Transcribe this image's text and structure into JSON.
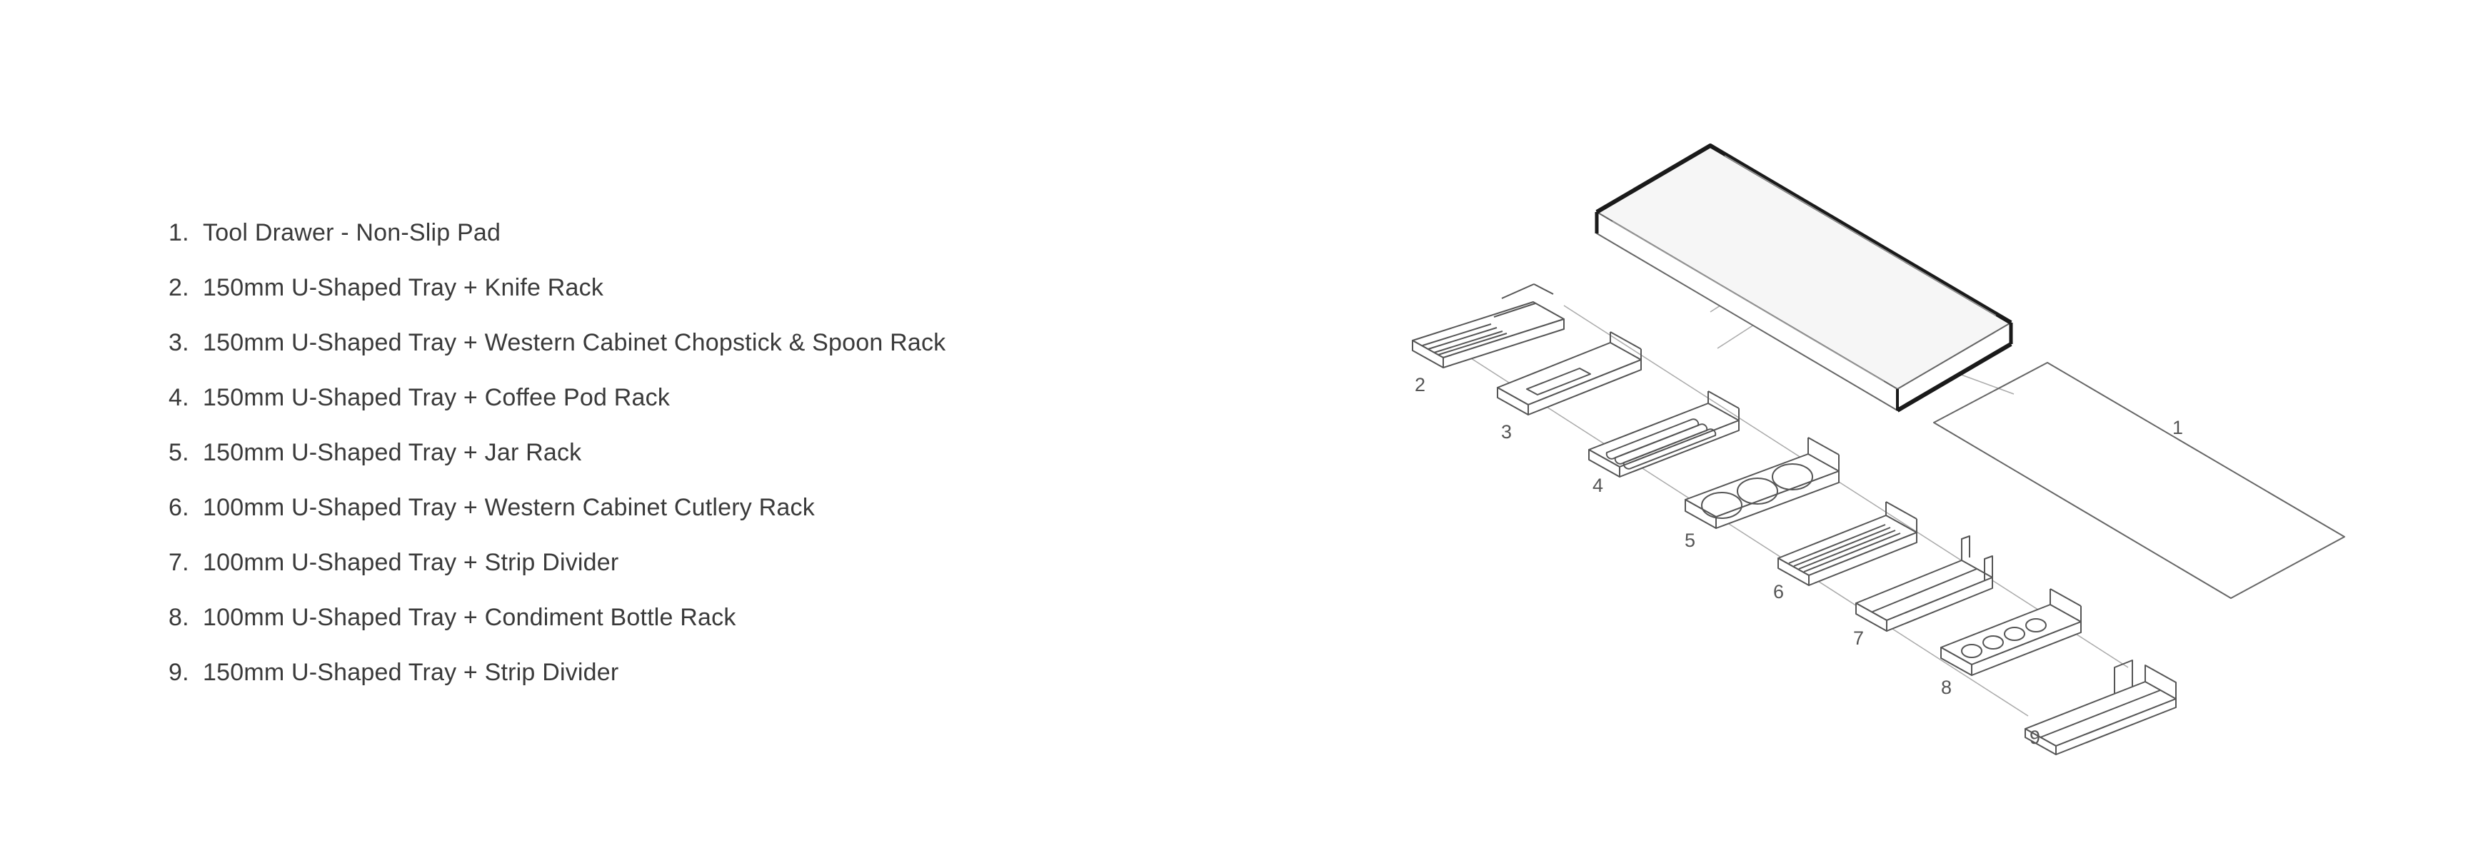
{
  "legend": {
    "items": [
      {
        "number": "1.",
        "text": "Tool Drawer - Non-Slip Pad"
      },
      {
        "number": "2.",
        "text": "150mm U-Shaped Tray + Knife Rack"
      },
      {
        "number": "3.",
        "text": "150mm U-Shaped Tray + Western Cabinet Chopstick & Spoon Rack"
      },
      {
        "number": "4.",
        "text": "150mm U-Shaped Tray + Coffee Pod Rack"
      },
      {
        "number": "5.",
        "text": "150mm U-Shaped Tray + Jar Rack"
      },
      {
        "number": "6.",
        "text": "100mm U-Shaped Tray + Western Cabinet Cutlery Rack"
      },
      {
        "number": "7.",
        "text": "100mm U-Shaped Tray + Strip Divider"
      },
      {
        "number": "8.",
        "text": "100mm U-Shaped Tray + Condiment Bottle Rack"
      },
      {
        "number": "9.",
        "text": "150mm U-Shaped Tray + Strip Divider"
      }
    ]
  },
  "diagram": {
    "labels": [
      "1",
      "2",
      "3",
      "4",
      "5",
      "6",
      "7",
      "8",
      "9"
    ]
  },
  "colors": {
    "text": "#3a3a3a",
    "line": "#555555",
    "heavy_line": "#1a1a1a",
    "background": "#ffffff"
  }
}
